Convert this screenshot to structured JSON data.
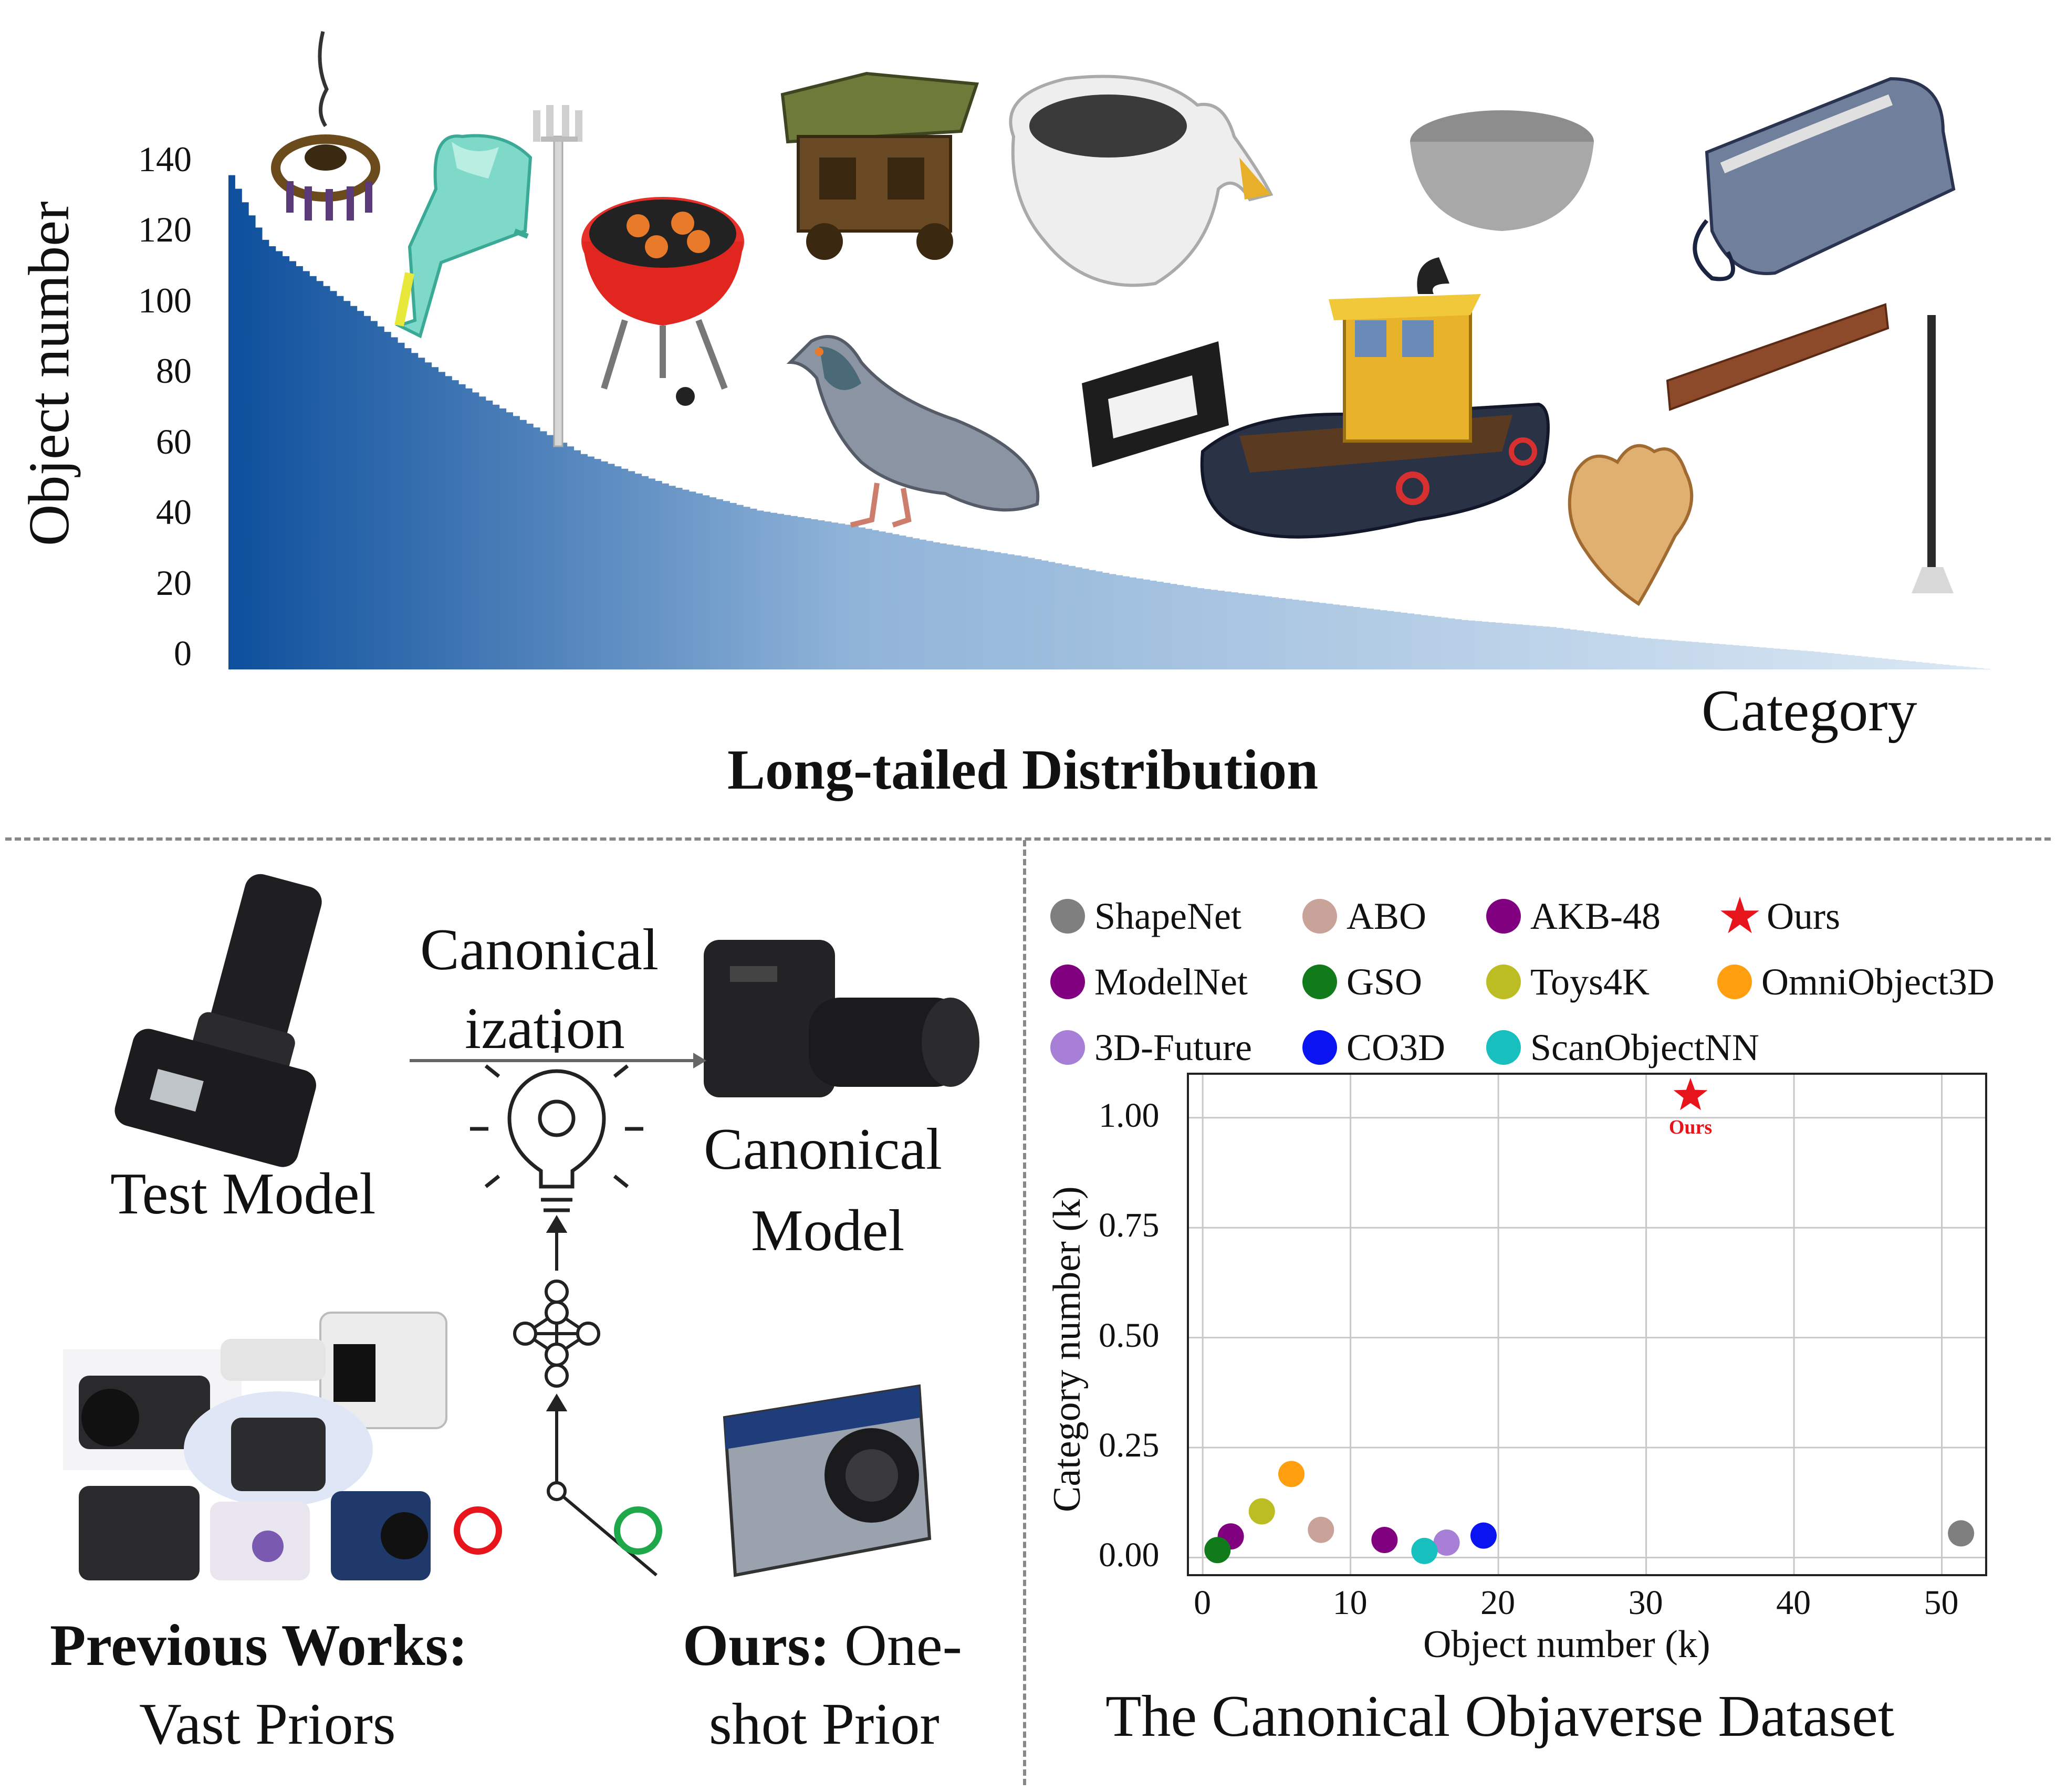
{
  "top_panel": {
    "title": "Long-tailed Distribution",
    "x_label": "Category",
    "y_label": "Object number",
    "y_ticks": [
      "140",
      "120",
      "100",
      "80",
      "60",
      "40",
      "20",
      "0"
    ],
    "bar_gradient": {
      "start": "#0d4f9c",
      "end": "#dbe8f4"
    },
    "illustrations": [
      "chandelier-icon",
      "hoodie-icon",
      "antenna-tower-icon",
      "grill-icon",
      "cart-house-icon",
      "pigeon-icon",
      "swan-planter-icon",
      "vhs-tape-icon",
      "tugboat-icon",
      "stone-bowl-icon",
      "pencil-case-icon",
      "wooden-beam-icon",
      "ginger-icon",
      "clarinet-icon"
    ]
  },
  "bottom_left": {
    "test_model_label": "Test Model",
    "arrow_label_line1": "Canonical",
    "arrow_label_line2": "ization",
    "canonical_model_line1": "Canonical",
    "canonical_model_line2": "Model",
    "previous_bold": "Previous Works:",
    "previous_rest": "Vast Priors",
    "ours_bold": "Ours:",
    "ours_rest_line1": " One-",
    "ours_rest_line2": "shot Prior",
    "circle_red": "#e8141b",
    "circle_green": "#1fa84a"
  },
  "bottom_right": {
    "title": "The Canonical Objaverse Dataset",
    "legend": [
      {
        "name": "ShapeNet",
        "color": "#7f7f7f"
      },
      {
        "name": "ABO",
        "color": "#c9a39a"
      },
      {
        "name": "AKB-48",
        "color": "#800080"
      },
      {
        "name": "Ours",
        "color": "#e8141b",
        "marker": "star"
      },
      {
        "name": "ModelNet",
        "color": "#800080"
      },
      {
        "name": "GSO",
        "color": "#117a1a"
      },
      {
        "name": "Toys4K",
        "color": "#bcbd22"
      },
      {
        "name": "OmniObject3D",
        "color": "#ff9f10"
      },
      {
        "name": "3D-Future",
        "color": "#a87fd6"
      },
      {
        "name": "CO3D",
        "color": "#0a14f0"
      },
      {
        "name": "ScanObjectNN",
        "color": "#17bfbf"
      }
    ]
  },
  "chart_data": [
    {
      "type": "bar",
      "title": "Long-tailed Distribution",
      "xlabel": "Category",
      "ylabel": "Object number",
      "ylim": [
        0,
        145
      ],
      "yticks": [
        0,
        20,
        40,
        60,
        80,
        100,
        120,
        140
      ],
      "profile_x": [
        0,
        0.01,
        0.02,
        0.05,
        0.08,
        0.1,
        0.12,
        0.15,
        0.2,
        0.25,
        0.3,
        0.35,
        0.4,
        0.45,
        0.5,
        0.55,
        0.6,
        0.65,
        0.7,
        0.75,
        0.8,
        0.85,
        0.9,
        0.94,
        0.97,
        0.99,
        1.0
      ],
      "profile_y": [
        140,
        130,
        121,
        110,
        99,
        91,
        84,
        75,
        61,
        52,
        45,
        41,
        36,
        32,
        27,
        23,
        20,
        17,
        14,
        12,
        9,
        7,
        5,
        3,
        1.5,
        0.5,
        0
      ],
      "grid": false,
      "note": "continuous long-tailed category distribution, descending"
    },
    {
      "type": "scatter",
      "title": "The Canonical Objaverse Dataset",
      "xlabel": "Object number (k)",
      "ylabel": "Category number (k)",
      "xlim": [
        -1,
        53
      ],
      "ylim": [
        -0.04,
        1.1
      ],
      "xticks": [
        0,
        10,
        20,
        30,
        40,
        50
      ],
      "yticks": [
        "0.00",
        "0.25",
        "0.50",
        "0.75",
        "1.00"
      ],
      "grid": true,
      "points": [
        {
          "name": "ShapeNet",
          "x": 51.3,
          "y": 0.055,
          "color": "#7f7f7f"
        },
        {
          "name": "ABO",
          "x": 8.0,
          "y": 0.063,
          "color": "#c9a39a"
        },
        {
          "name": "AKB-48",
          "x": 1.9,
          "y": 0.048,
          "color": "#800080"
        },
        {
          "name": "ModelNet",
          "x": 12.3,
          "y": 0.04,
          "color": "#800080"
        },
        {
          "name": "GSO",
          "x": 1.0,
          "y": 0.017,
          "color": "#117a1a"
        },
        {
          "name": "Toys4K",
          "x": 4.0,
          "y": 0.105,
          "color": "#bcbd22"
        },
        {
          "name": "OmniObject3D",
          "x": 6.0,
          "y": 0.19,
          "color": "#ff9f10"
        },
        {
          "name": "3D-Future",
          "x": 16.5,
          "y": 0.034,
          "color": "#a87fd6"
        },
        {
          "name": "CO3D",
          "x": 19.0,
          "y": 0.05,
          "color": "#0a14f0"
        },
        {
          "name": "ScanObjectNN",
          "x": 15.0,
          "y": 0.015,
          "color": "#17bfbf"
        },
        {
          "name": "Ours",
          "x": 33.0,
          "y": 1.05,
          "color": "#e8141b",
          "marker": "star",
          "label": "Ours"
        }
      ]
    }
  ]
}
